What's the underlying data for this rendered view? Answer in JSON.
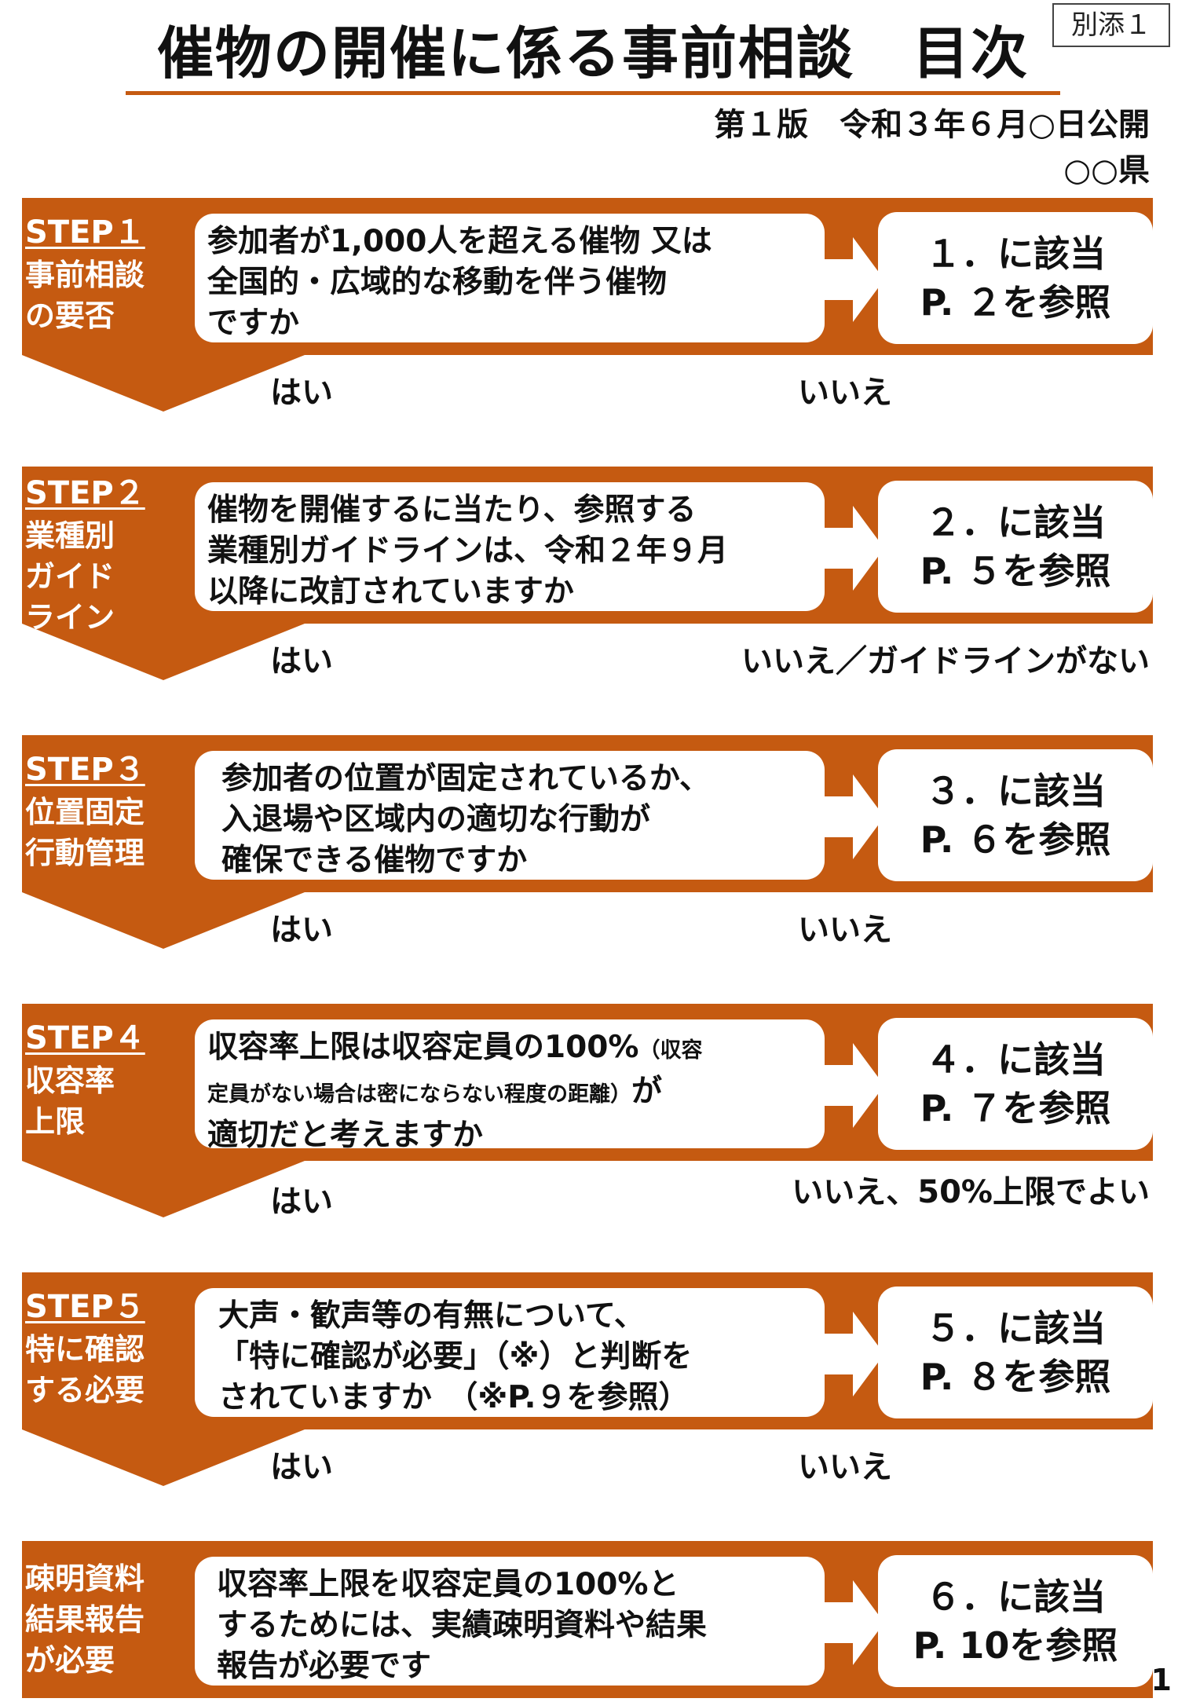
{
  "header": {
    "annex_label": "別添１",
    "title": "催物の開催に係る事前相談　目次",
    "edition": "第１版　令和３年６月○日公開",
    "prefecture": "○○県"
  },
  "colors": {
    "accent": "#c55a11",
    "panel": "#ffffff"
  },
  "steps": [
    {
      "step_no": "STEP１",
      "name": "事前相談\nの要否",
      "question": "参加者が1,000人を超える催物 又は\n全国的・広域的な移動を伴う催物\nですか",
      "result": "１．に該当\nP. ２を参照",
      "yes": "はい",
      "no": "いいえ"
    },
    {
      "step_no": "STEP２",
      "name": "業種別\nガイド\nライン",
      "question": "催物を開催するに当たり、参照する\n業種別ガイドラインは、令和２年９月\n以降に改訂されていますか",
      "result": "２．に該当\nP. ５を参照",
      "yes": "はい",
      "no": "いいえ／ガイドラインがない"
    },
    {
      "step_no": "STEP３",
      "name": "位置固定\n行動管理",
      "question": "参加者の位置が固定されているか、\n入退場や区域内の適切な行動が\n確保できる催物ですか",
      "result": "３．に該当\nP. ６を参照",
      "yes": "はい",
      "no": "いいえ"
    },
    {
      "step_no": "STEP４",
      "name": "収容率\n上限",
      "question_main": "収容率上限は収容定員の100%",
      "question_note_a": "（収容",
      "question_note_b": "定員がない場合は密にならない程度の距離）",
      "question_tail_a": "が",
      "question_tail_b": "適切だと考えますか",
      "result": "４．に該当\nP. ７を参照",
      "yes": "はい",
      "no": "いいえ、50%上限でよい"
    },
    {
      "step_no": "STEP５",
      "name": "特に確認\nする必要",
      "question": "大声・歓声等の有無について、\n「特に確認が必要」（※）と判断を\nされていますか　（※P.９を参照）",
      "result": "５．に該当\nP. ８を参照",
      "yes": "はい",
      "no": "いいえ"
    },
    {
      "name": "疎明資料\n結果報告\nが必要",
      "question": "収容率上限を収容定員の100%と\nするためには、実績疎明資料や結果\n報告が必要です",
      "result": "６．に該当\nP. 10を参照"
    }
  ],
  "page_number": "1"
}
